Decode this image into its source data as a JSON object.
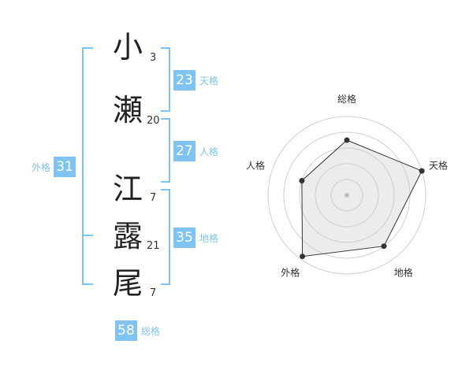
{
  "name_chars": [
    {
      "char": "小",
      "strokes": "3"
    },
    {
      "char": "瀬",
      "strokes": "20"
    },
    {
      "char": "江",
      "strokes": "7"
    },
    {
      "char": "露",
      "strokes": "21"
    },
    {
      "char": "尾",
      "strokes": "7"
    }
  ],
  "fortunes": {
    "tenkaku": {
      "label": "天格",
      "value": "23"
    },
    "jinkaku": {
      "label": "人格",
      "value": "27"
    },
    "chikaku": {
      "label": "地格",
      "value": "35"
    },
    "gaikaku": {
      "label": "外格",
      "value": "31"
    },
    "soukaku": {
      "label": "総格",
      "value": "58"
    }
  },
  "colors": {
    "accent": "#7fc4f0"
  },
  "chart_data": {
    "type": "radar",
    "axes": [
      "総格",
      "天格",
      "地格",
      "外格",
      "人格"
    ],
    "levels": 5,
    "values": [
      3.5,
      5,
      4,
      4.8,
      3
    ],
    "max": 5,
    "grid": true
  }
}
